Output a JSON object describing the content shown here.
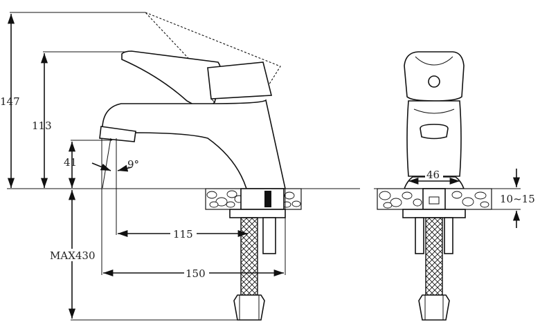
{
  "dimensions": {
    "handle_raised_height": "147",
    "handle_height": "113",
    "spout_height": "41",
    "spout_angle": "9°",
    "spout_reach": "115",
    "overall_depth": "150",
    "hose_length": "MAX430",
    "body_width": "46",
    "deck_thickness": "10~15"
  },
  "views": [
    "side-view",
    "front-view"
  ]
}
